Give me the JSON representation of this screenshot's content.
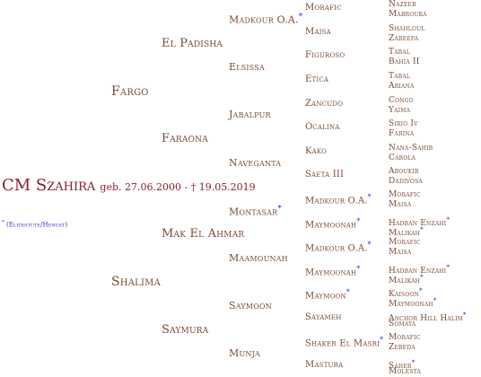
{
  "subject": {
    "name": "CM Szahira",
    "details": "geb. 27.06.2000 - † 19.05.2019",
    "legend_star": "*",
    "legend_text": "(Elitestute/Hengst)"
  },
  "gen1": {
    "sire": "Fargo",
    "dam": "Shalima"
  },
  "gen2": [
    "El Padisha",
    "Faraona",
    "Mak El Ahmar",
    "Saymura"
  ],
  "gen3": [
    {
      "name": "Madkour O.A.",
      "star": true
    },
    {
      "name": "Elsissa",
      "star": false
    },
    {
      "name": "Jabalpur",
      "star": false
    },
    {
      "name": "Naveganta",
      "star": false
    },
    {
      "name": "Montasar",
      "star": true
    },
    {
      "name": "Maamounah",
      "star": false
    },
    {
      "name": "Saymoon",
      "star": false
    },
    {
      "name": "Munja",
      "star": false
    }
  ],
  "gen4": [
    {
      "name": "Morafic",
      "star": false
    },
    {
      "name": "Maisa",
      "star": false
    },
    {
      "name": "Figuroso",
      "star": false
    },
    {
      "name": "Etica",
      "star": false
    },
    {
      "name": "Zancudo",
      "star": false
    },
    {
      "name": "Ocalina",
      "star": false
    },
    {
      "name": "Kako",
      "star": false
    },
    {
      "name": "Saeta III",
      "star": false
    },
    {
      "name": "Madkour O.A.",
      "star": true
    },
    {
      "name": "Maymoonah",
      "star": true
    },
    {
      "name": "Madkour O.A.",
      "star": true
    },
    {
      "name": "Maymoonah",
      "star": true
    },
    {
      "name": "Maymoon",
      "star": true
    },
    {
      "name": "Sayameh",
      "star": false
    },
    {
      "name": "Shaker El Masri",
      "star": true
    },
    {
      "name": "Mastura",
      "star": false
    }
  ],
  "gen5": [
    [
      {
        "name": "Nazeer",
        "star": false
      },
      {
        "name": "Mabrouka",
        "star": false
      }
    ],
    [
      {
        "name": "Shahloul",
        "star": false
      },
      {
        "name": "Zareefa",
        "star": false
      }
    ],
    [
      {
        "name": "Tabal",
        "star": false
      },
      {
        "name": "Bahia II",
        "star": false
      }
    ],
    [
      {
        "name": "Tabal",
        "star": false
      },
      {
        "name": "Ariana",
        "star": false
      }
    ],
    [
      {
        "name": "Congo",
        "star": false
      },
      {
        "name": "Yaima",
        "star": false
      }
    ],
    [
      {
        "name": "Sirio Iv",
        "star": false
      },
      {
        "name": "Farina",
        "star": false
      }
    ],
    [
      {
        "name": "Nana-Sahib",
        "star": false
      },
      {
        "name": "Carola",
        "star": false
      }
    ],
    [
      {
        "name": "Aboukir",
        "star": false
      },
      {
        "name": "Dadivosa",
        "star": false
      }
    ],
    [
      {
        "name": "Morafic",
        "star": false
      },
      {
        "name": "Maisa",
        "star": false
      }
    ],
    [
      {
        "name": "Hadban Enzahi",
        "star": true
      },
      {
        "name": "Malikah",
        "star": true
      }
    ],
    [
      {
        "name": "Morafic",
        "star": false
      },
      {
        "name": "Maisa",
        "star": false
      }
    ],
    [
      {
        "name": "Hadban Enzahi",
        "star": true
      },
      {
        "name": "Malikah",
        "star": true
      }
    ],
    [
      {
        "name": "Kaisoon",
        "star": true
      },
      {
        "name": "Maymoonah",
        "star": true
      }
    ],
    [
      {
        "name": "Anchor Hill Halim",
        "star": true
      },
      {
        "name": "Somaya",
        "star": false
      }
    ],
    [
      {
        "name": "Morafic",
        "star": false
      },
      {
        "name": "Zebeda",
        "star": false
      }
    ],
    [
      {
        "name": "Saher",
        "star": true
      },
      {
        "name": "Molesta",
        "star": false
      }
    ]
  ]
}
